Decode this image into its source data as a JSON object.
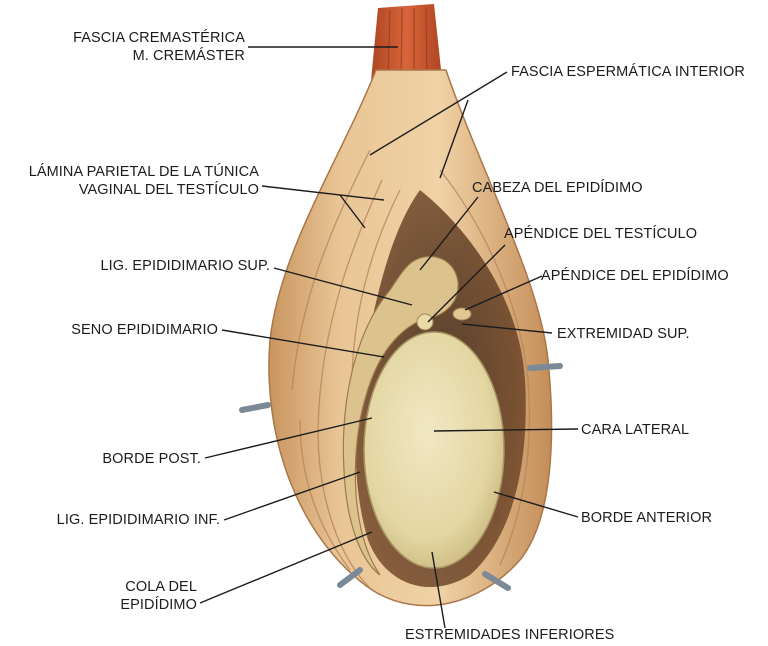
{
  "labels": {
    "fascia_cremasterica": {
      "line1": "FASCIA CREMASTÉRICA",
      "line2": "M. CREMÁSTER"
    },
    "fascia_espermatica_interior": "FASCIA ESPERMÁTICA INTERIOR",
    "lamina_parietal": {
      "line1": "LÁMINA PARIETAL DE LA TÚNICA",
      "line2": "VAGINAL DEL TESTÍCULO"
    },
    "cabeza_epididimo": "CABEZA DEL EPIDÍDIMO",
    "apendice_testiculo": "APÉNDICE DEL TESTÍCULO",
    "lig_epididimario_sup": "LIG. EPIDIDIMARIO SUP.",
    "apendice_epididimo": "APÉNDICE DEL EPIDÍDIMO",
    "seno_epididimario": "SENO EPIDIDIMARIO",
    "extremidad_sup": "EXTREMIDAD SUP.",
    "cara_lateral": "CARA LATERAL",
    "borde_post": "BORDE POST.",
    "lig_epididimario_inf": "LIG. EPIDIDIMARIO INF.",
    "borde_anterior": "BORDE ANTERIOR",
    "cola_epididimo": {
      "line1": "COLA DEL",
      "line2": "EPIDÍDIMO"
    },
    "estremidades_inferiores": "ESTREMIDADES INFERIORES"
  },
  "colors": {
    "muscle": "#c9582e",
    "fascia": "#e6c08f",
    "fascia_dark": "#b98a58",
    "testis": "#e8dcaa",
    "leader_line": "#1c1c1c"
  }
}
